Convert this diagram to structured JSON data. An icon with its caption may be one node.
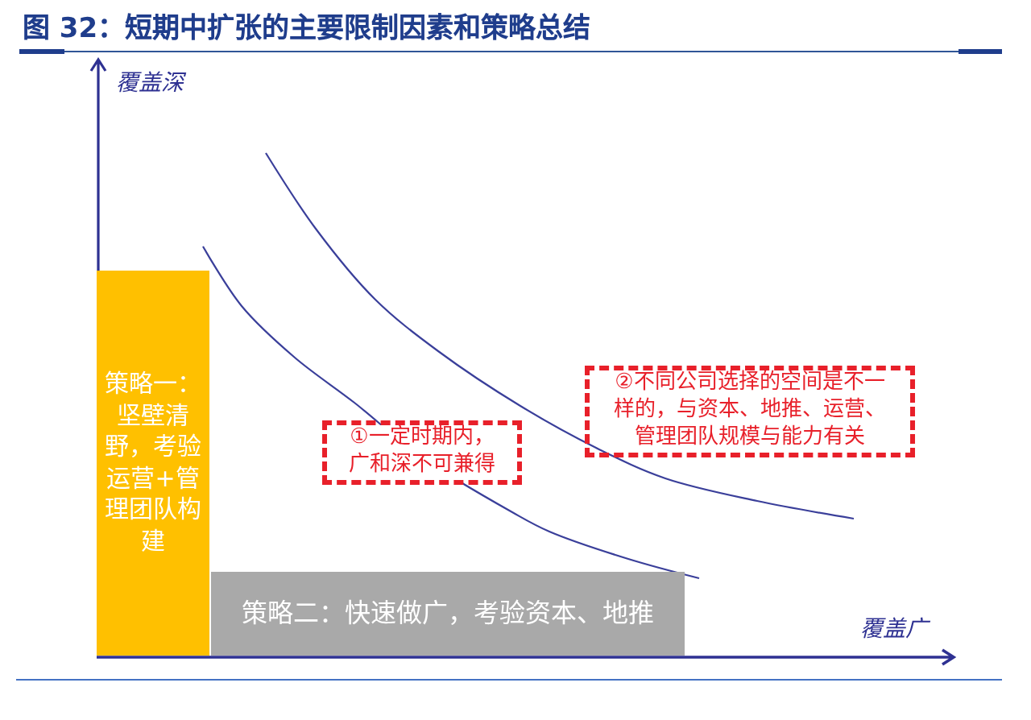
{
  "diagram": {
    "title": "图 32：短期中扩张的主要限制因素和策略总结",
    "nodes": [
      {
        "text": [
          "策略一：坚壁清野，考验运营+管理团队构建"
        ]
      },
      {
        "text": [
          "①一定时期内，广和深不可兼得"
        ]
      },
      {
        "text": [
          "②不同公司选择的空间是不一样的，与资本、地推、运营、管理团队规模与能力有关"
        ]
      },
      {
        "text": [
          "策略二：快速做广，考验资本、地推"
        ]
      }
    ],
    "labels": [
      "覆盖深",
      "覆盖广"
    ]
  }
}
